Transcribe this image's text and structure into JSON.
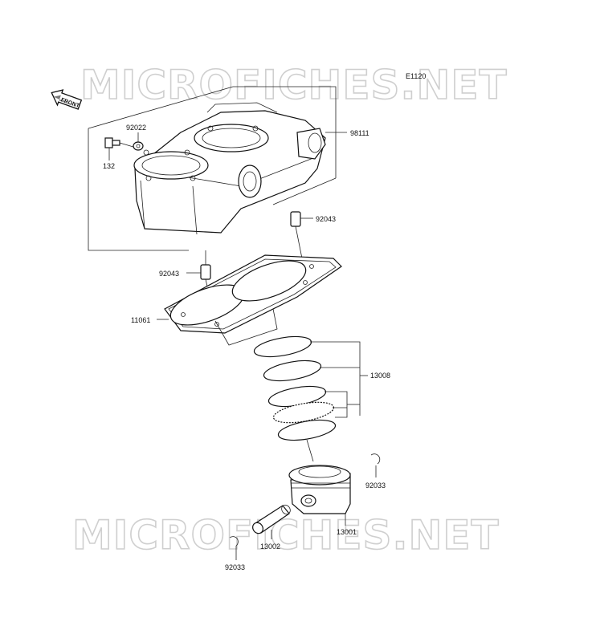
{
  "diagram_code": "E1120",
  "watermark": "MICROFICHES.NET",
  "front_label": "FRONT",
  "parts": {
    "cylinder": "98111",
    "washer": "92022",
    "bolt": "132",
    "dowel_right": "92043",
    "dowel_left": "92043",
    "gasket": "11061",
    "rings": "13008",
    "piston": "13001",
    "pin": "13002",
    "circlip_right": "92033",
    "circlip_left": "92033"
  }
}
